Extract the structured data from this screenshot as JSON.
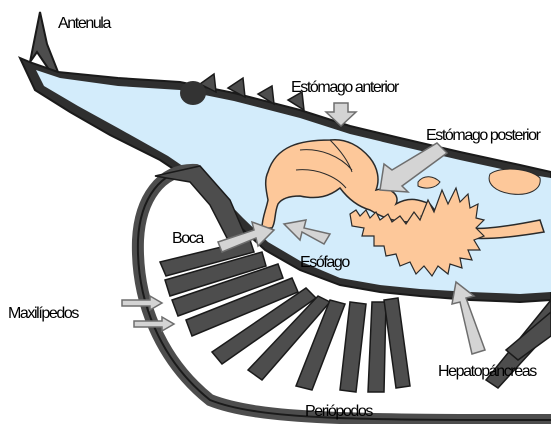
{
  "labels": {
    "antennule": "Antenula",
    "anterior_stomach": "Estómago anterior",
    "posterior_stomach": "Estómago posterior",
    "mouth": "Boca",
    "esophagus": "Esófago",
    "maxillipeds": "Maxilípedos",
    "hepatopancreas": "Hepatopáncreas",
    "pereiopods": "Periópodos"
  },
  "colors": {
    "body_fill": "#d3ecfb",
    "outline": "#1a1a1a",
    "appendage_fill": "#4d4d4d",
    "organ_fill": "#fdc89a",
    "organ_outline": "#2a2a2a",
    "arrow_fill": "#d4d4d4",
    "arrow_outline": "#6e6e6e",
    "eye": "#333333"
  }
}
